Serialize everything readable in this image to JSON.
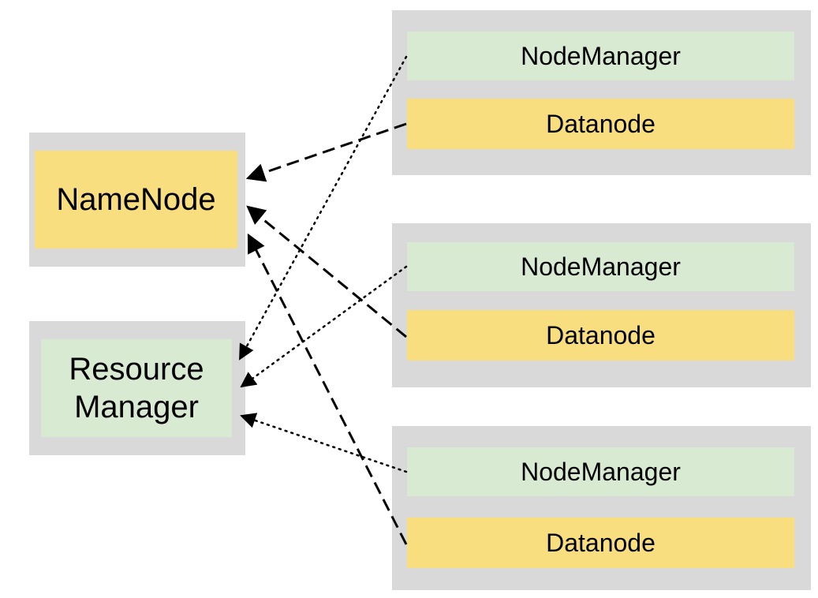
{
  "left": {
    "namenode_label": "NameNode",
    "resource_manager_label_line1": "Resource",
    "resource_manager_label_line2": "Manager"
  },
  "workers": [
    {
      "nodemanager_label": "NodeManager",
      "datanode_label": "Datanode"
    },
    {
      "nodemanager_label": "NodeManager",
      "datanode_label": "Datanode"
    },
    {
      "nodemanager_label": "NodeManager",
      "datanode_label": "Datanode"
    }
  ],
  "colors": {
    "frame_gray": "#d9d9d9",
    "nodemanager_green": "#d9ead3",
    "datanode_yellow": "#f9de7f",
    "arrow_black": "#000000"
  }
}
